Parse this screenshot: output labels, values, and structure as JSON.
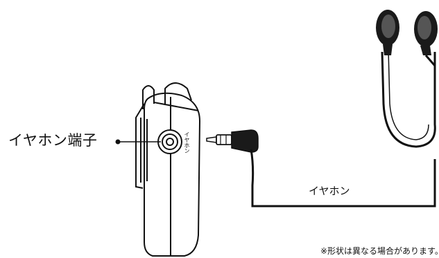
{
  "labels": {
    "jack": "イヤホン端子",
    "engraved_jack": "イヤホン",
    "cable": "イヤホン",
    "note": "※形状は異なる場合があります。"
  },
  "colors": {
    "line": "#111111",
    "fill_dark": "#1a1a1a",
    "background": "#ffffff"
  }
}
